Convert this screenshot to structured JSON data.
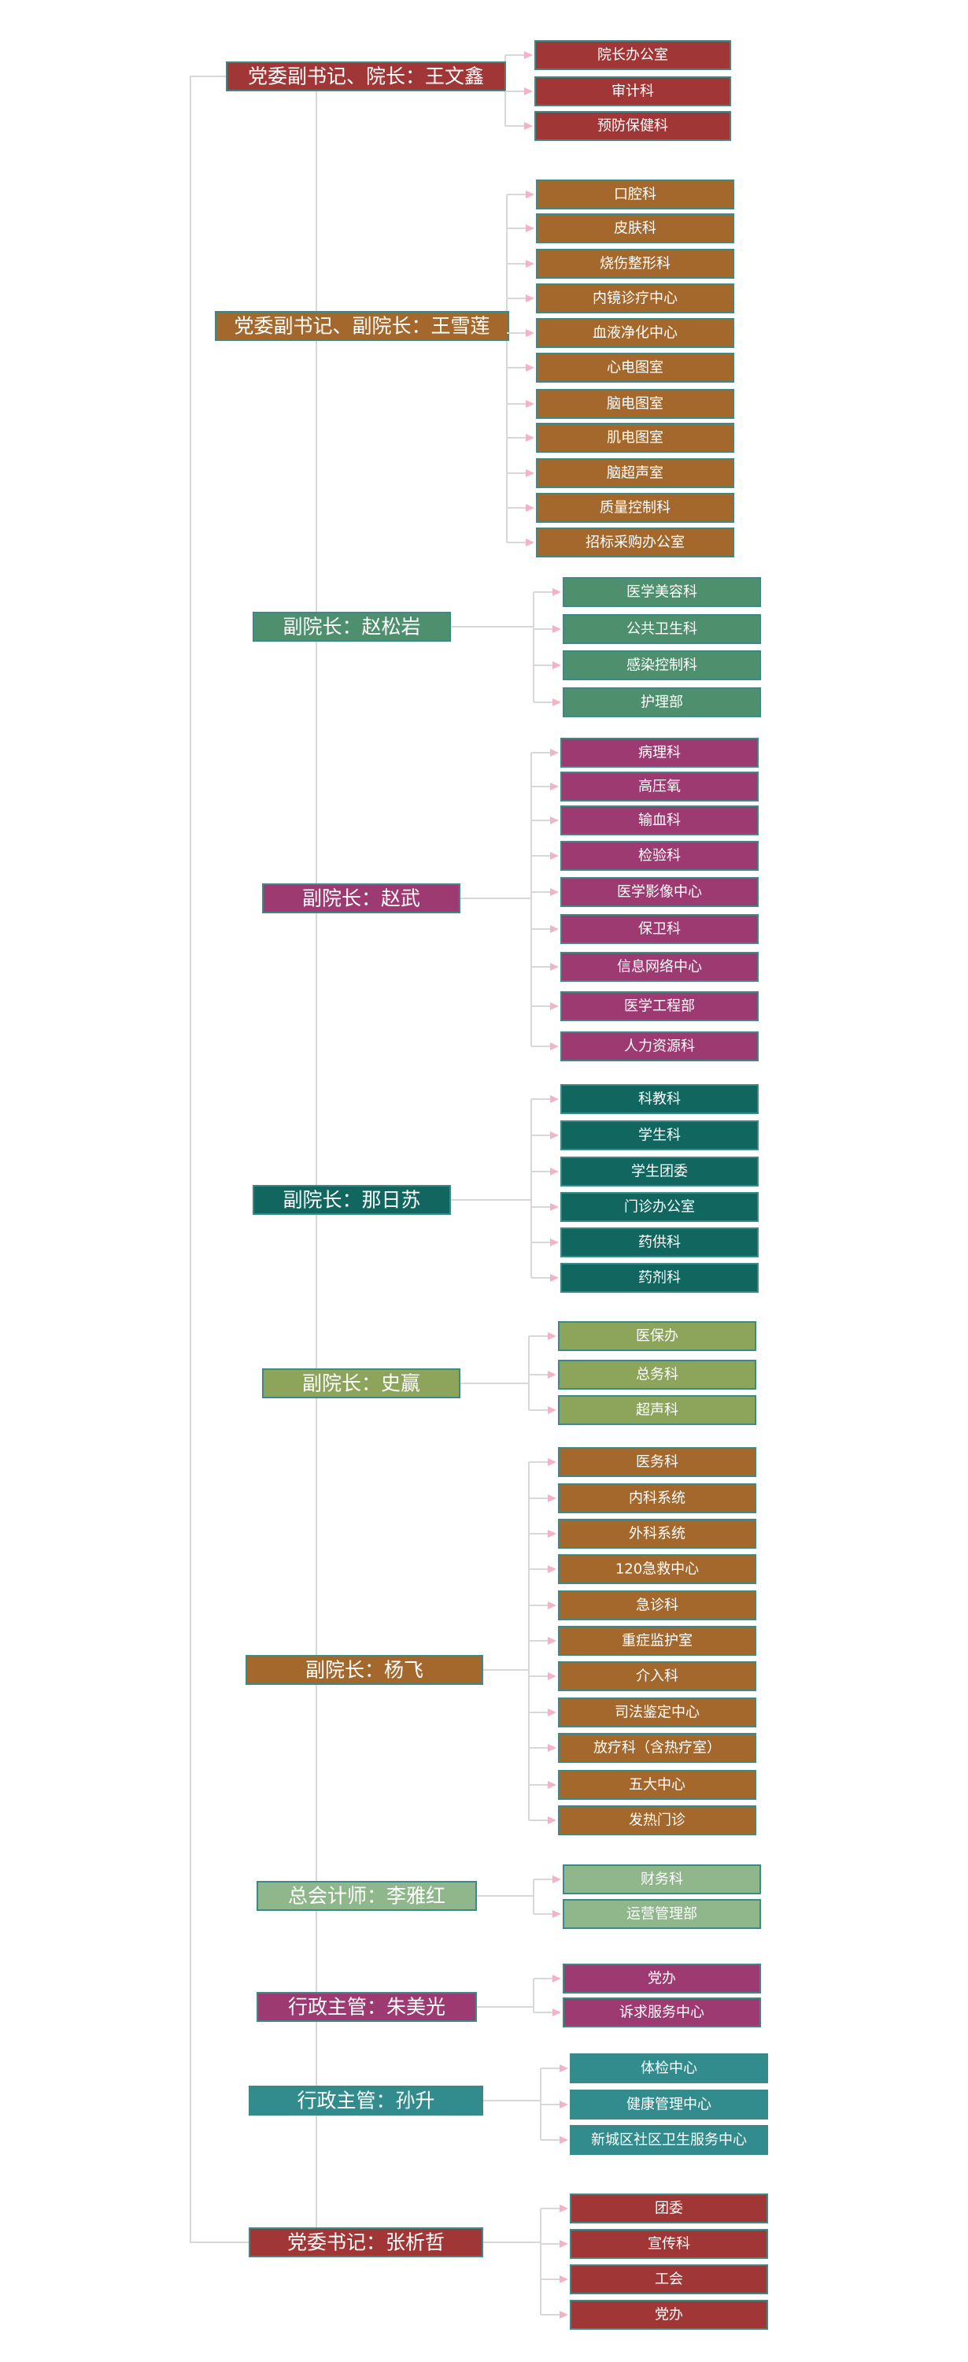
{
  "org_chart": {
    "groups": [
      {
        "leader": "党委副书记、院长：王文鑫",
        "color": "#a03636",
        "depts": [
          "院长办公室",
          "审计科",
          "预防保健科"
        ]
      },
      {
        "leader": "党委副书记、副院长：王雪莲",
        "color": "#a5682c",
        "depts": [
          "口腔科",
          "皮肤科",
          "烧伤整形科",
          "内镜诊疗中心",
          "血液净化中心",
          "心电图室",
          "脑电图室",
          "肌电图室",
          "脑超声室",
          "质量控制科",
          "招标采购办公室"
        ]
      },
      {
        "leader": "副院长：赵松岩",
        "color": "#4e8f6e",
        "depts": [
          "医学美容科",
          "公共卫生科",
          "感染控制科",
          "护理部"
        ]
      },
      {
        "leader": "副院长：赵武",
        "color": "#9e3a72",
        "depts": [
          "病理科",
          "高压氧",
          "输血科",
          "检验科",
          "医学影像中心",
          "保卫科",
          "信息网络中心",
          "医学工程部",
          "人力资源科"
        ]
      },
      {
        "leader": "副院长：那日苏",
        "color": "#116660",
        "depts": [
          "科教科",
          "学生科",
          "学生团委",
          "门诊办公室",
          "药供科",
          "药剂科"
        ]
      },
      {
        "leader": "副院长：史赢",
        "color": "#8ca55b",
        "depts": [
          "医保办",
          "总务科",
          "超声科"
        ]
      },
      {
        "leader": "副院长：杨飞",
        "color": "#a5682c",
        "depts": [
          "医务科",
          "内科系统",
          "外科系统",
          "120急救中心",
          "急诊科",
          "重症监护室",
          "介入科",
          "司法鉴定中心",
          "放疗科（含热疗室）",
          "五大中心",
          "发热门诊"
        ]
      },
      {
        "leader": "总会计师：李雅红",
        "color": "#8fb78b",
        "depts": [
          "财务科",
          "运营管理部"
        ]
      },
      {
        "leader": "行政主管：朱美光",
        "color": "#9e3a72",
        "depts": [
          "党办",
          "诉求服务中心"
        ]
      },
      {
        "leader": "行政主管：孙升",
        "color": "#328c8d",
        "depts": [
          "体检中心",
          "健康管理中心",
          "新城区社区卫生服务中心"
        ]
      },
      {
        "leader": "党委书记：张析哲",
        "color": "#a03636",
        "depts": [
          "团委",
          "宣传科",
          "工会",
          "党办"
        ]
      }
    ]
  }
}
